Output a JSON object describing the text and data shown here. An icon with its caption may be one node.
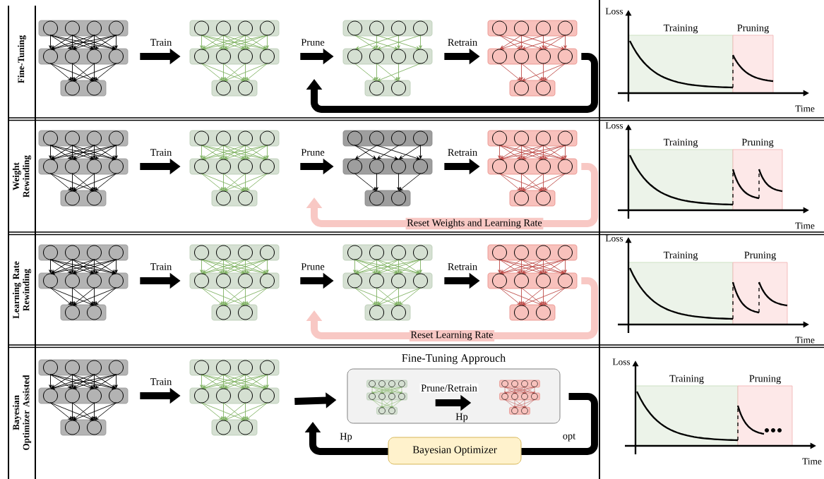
{
  "diagram": {
    "nodes": [
      {
        "text": [],
        "shape": "network"
      },
      {
        "text": [],
        "shape": "network"
      },
      {
        "text": [],
        "shape": "network"
      },
      {
        "text": [],
        "shape": "network"
      },
      {
        "text": [],
        "shape": "network"
      },
      {
        "text": [],
        "shape": "network"
      },
      {
        "text": [],
        "shape": "network"
      },
      {
        "text": [],
        "shape": "network"
      },
      {
        "text": [],
        "shape": "network"
      },
      {
        "text": [],
        "shape": "network"
      },
      {
        "text": [],
        "shape": "network"
      },
      {
        "text": [],
        "shape": "network"
      },
      {
        "text": [],
        "shape": "network"
      },
      {
        "text": [],
        "shape": "network"
      },
      {
        "text": [
          "Fine-Tuning Approuch"
        ]
      },
      {
        "text": [],
        "shape": "network",
        "in": 14
      },
      {
        "text": [],
        "shape": "network",
        "in": 14
      },
      {
        "text": [
          "Bayesian Optimizer"
        ]
      }
    ],
    "edges": [
      {
        "from": 0,
        "to": 1,
        "arrow": "to",
        "label": "Train"
      },
      {
        "from": 1,
        "to": 2,
        "arrow": "to",
        "label": "Prune"
      },
      {
        "from": 2,
        "to": 3,
        "arrow": "to",
        "label": "Retrain"
      },
      {
        "from": 3,
        "to": null,
        "arrow": "to"
      },
      {
        "from": 4,
        "to": 5,
        "arrow": "to",
        "label": "Train"
      },
      {
        "from": 5,
        "to": 6,
        "arrow": "to",
        "label": "Prune"
      },
      {
        "from": 6,
        "to": 7,
        "arrow": "to",
        "label": "Retrain"
      },
      {
        "from": 7,
        "to": null,
        "arrow": "to",
        "label": "Reset Weights and Learning Rate",
        "color": "#f8c8c4"
      },
      {
        "from": 8,
        "to": 9,
        "arrow": "to",
        "label": "Train"
      },
      {
        "from": 9,
        "to": 10,
        "arrow": "to",
        "label": "Prune"
      },
      {
        "from": 10,
        "to": 11,
        "arrow": "to",
        "label": "Retrain"
      },
      {
        "from": 11,
        "to": null,
        "arrow": "to",
        "label": "Reset Learning Rate",
        "color": "#f8c8c4"
      },
      {
        "from": 12,
        "to": 13,
        "arrow": "to",
        "label": "Train"
      },
      {
        "from": 13,
        "to": 14,
        "arrow": "to"
      },
      {
        "from": 15,
        "to": 16,
        "arrow": "to",
        "label": "Prune/Retrain"
      },
      {
        "from": 14,
        "to": 17,
        "arrow": "none",
        "label": "opt"
      },
      {
        "from": 17,
        "to": null,
        "arrow": "to",
        "label": "Hp"
      }
    ],
    "labels": [
      "Fine-Tuning",
      "Loss",
      "Training",
      "Pruning",
      "Time",
      "Weight Rewinding",
      "Loss",
      "Training",
      "Pruning",
      "Time",
      "Learning Rate Rewinding",
      "Loss",
      "Training",
      "Pruning",
      "Time",
      "Bayesian Optimizer Assisted",
      "Hp",
      "Loss",
      "Training",
      "Pruning",
      "Time"
    ]
  }
}
